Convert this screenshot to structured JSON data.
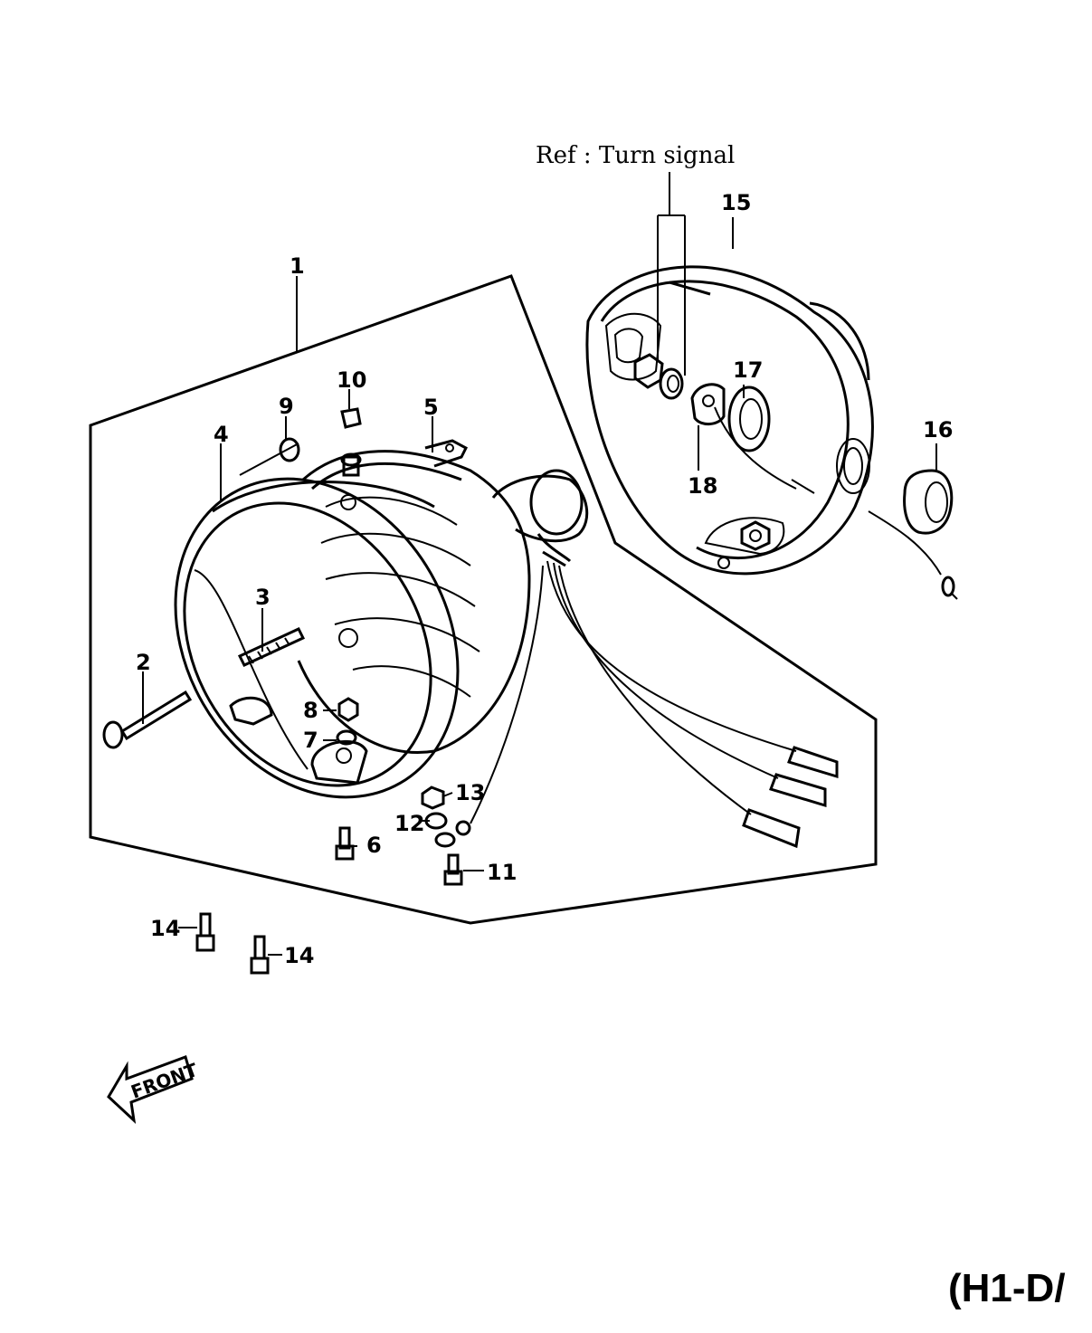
{
  "ref_label": "Ref : Turn signal",
  "diagram_code": "(H1-D/",
  "front_label": "FRONT",
  "callouts": {
    "c1": "1",
    "c2": "2",
    "c3": "3",
    "c4": "4",
    "c5": "5",
    "c6": "6",
    "c7": "7",
    "c8": "8",
    "c9": "9",
    "c10": "10",
    "c11": "11",
    "c12": "12",
    "c13": "13",
    "c14a": "14",
    "c14b": "14",
    "c15": "15",
    "c16": "16",
    "c17": "17",
    "c18": "18"
  }
}
